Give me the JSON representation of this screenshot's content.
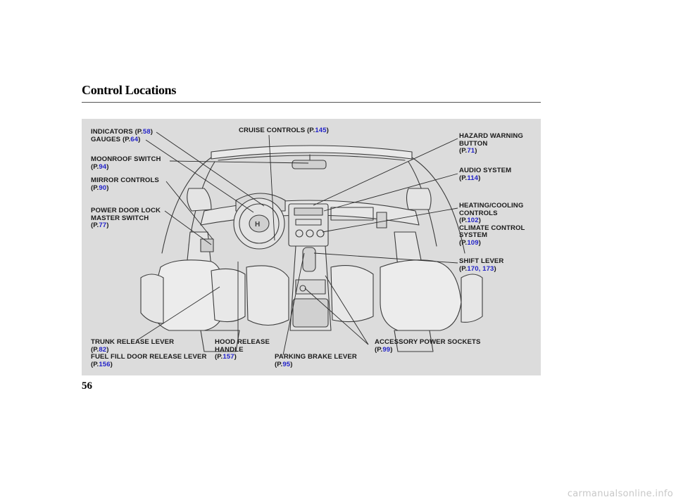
{
  "page": {
    "title": "Control Locations",
    "page_number": "56",
    "watermark": "carmanualsonline.info"
  },
  "colors": {
    "panel": "#dcdcdc",
    "link": "#2323c8",
    "text": "#1a1a1a"
  },
  "labels": {
    "indicators": {
      "name": "INDICATORS",
      "page": "58"
    },
    "gauges": {
      "name": "GAUGES",
      "page": "64"
    },
    "moonroof": {
      "name": "MOONROOF SWITCH",
      "page": "94"
    },
    "mirror": {
      "name": "MIRROR CONTROLS",
      "page": "90"
    },
    "power_door_lock": {
      "name_line1": "POWER DOOR LOCK",
      "name_line2": "MASTER SWITCH",
      "page": "77"
    },
    "cruise": {
      "name": "CRUISE CONTROLS",
      "page": "145"
    },
    "hazard": {
      "name_line1": "HAZARD WARNING",
      "name_line2": "BUTTON",
      "page": "71"
    },
    "audio": {
      "name": "AUDIO SYSTEM",
      "page": "114"
    },
    "heating": {
      "name_line1": "HEATING/COOLING",
      "name_line2": "CONTROLS",
      "page": "102"
    },
    "climate": {
      "name_line1": "CLIMATE CONTROL",
      "name_line2": "SYSTEM",
      "page": "109"
    },
    "shift": {
      "name": "SHIFT LEVER",
      "page1": "170",
      "page2": "173"
    },
    "trunk": {
      "name": "TRUNK RELEASE LEVER",
      "page": "82"
    },
    "fuel": {
      "name": "FUEL FILL DOOR RELEASE LEVER",
      "page": "156"
    },
    "hood": {
      "name_line1": "HOOD RELEASE",
      "name_line2": "HANDLE",
      "page": "157"
    },
    "parking": {
      "name": "PARKING BRAKE LEVER",
      "page": "95"
    },
    "accessory": {
      "name": "ACCESSORY POWER SOCKETS",
      "page": "99"
    }
  },
  "common": {
    "page_prefix": "(P.",
    "close": ")",
    "sep": ", "
  }
}
